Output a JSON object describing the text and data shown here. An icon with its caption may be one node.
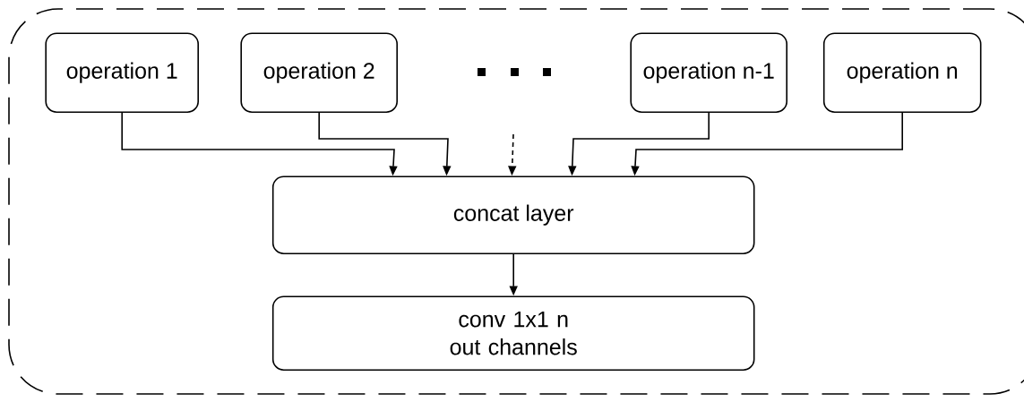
{
  "diagram": {
    "nodes": [
      {
        "text": [],
        "shape": "box"
      },
      {
        "text": [
          "operation 1"
        ],
        "in": 0
      },
      {
        "text": [
          "operation 2"
        ],
        "in": 0
      },
      {
        "text": [
          "operation n-1"
        ],
        "in": 0
      },
      {
        "text": [
          "operation n"
        ],
        "in": 0
      },
      {
        "text": [
          "concat layer"
        ],
        "in": 0
      },
      {
        "text": [
          "conv 1x1 n out channels"
        ],
        "in": 0
      }
    ],
    "edges": [
      {
        "from": 1,
        "to": 5,
        "arrow": "to"
      },
      {
        "from": 2,
        "to": 5,
        "arrow": "to"
      },
      {
        "from": null,
        "to": 5,
        "arrow": "to",
        "style": "dashed"
      },
      {
        "from": 3,
        "to": 5,
        "arrow": "to"
      },
      {
        "from": 4,
        "to": 5,
        "arrow": "to"
      },
      {
        "from": 5,
        "to": 6,
        "arrow": "to"
      }
    ]
  }
}
